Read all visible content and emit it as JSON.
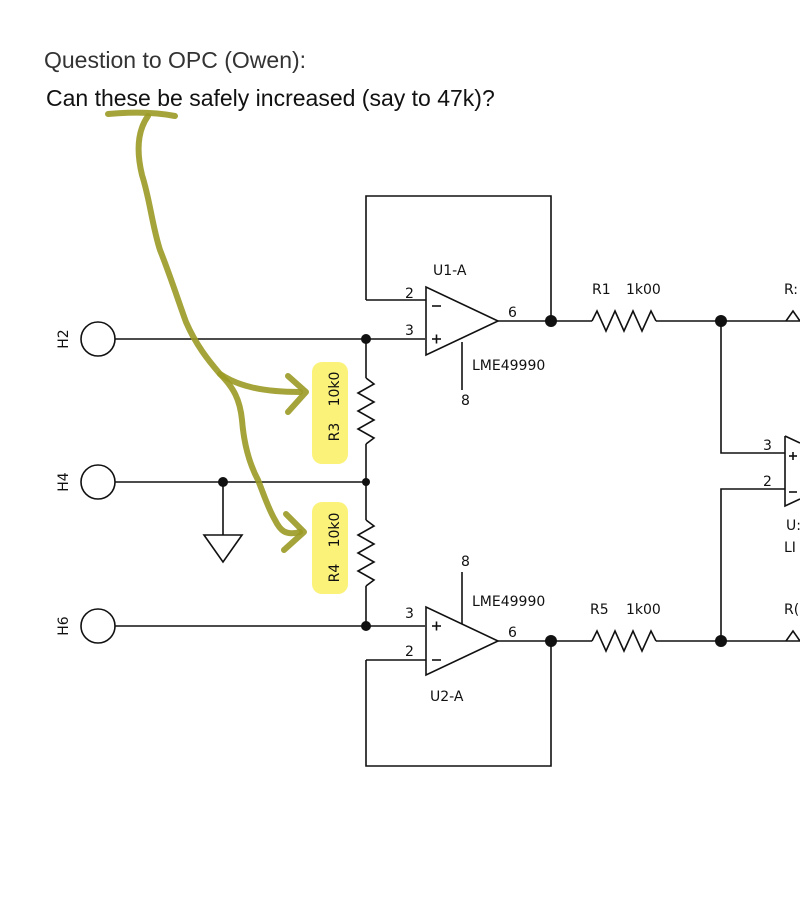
{
  "annotation": {
    "title": "Question to OPC (Owen):",
    "question": "Can these be safely increased (say to 47k)?"
  },
  "connectors": [
    {
      "id": "H2"
    },
    {
      "id": "H4"
    },
    {
      "id": "H6"
    }
  ],
  "opamps": {
    "u1": {
      "ref": "U1-A",
      "part": "LME49990",
      "pin_minus": "2",
      "pin_plus": "3",
      "pin_out": "6",
      "pin_supply": "8"
    },
    "u2": {
      "ref": "U2-A",
      "part": "LME49990",
      "pin_minus": "2",
      "pin_plus": "3",
      "pin_out": "6",
      "pin_supply": "8"
    },
    "u3": {
      "ref_partial": "U:",
      "part_partial": "LI",
      "pin_plus": "3",
      "pin_minus": "2"
    }
  },
  "resistors": {
    "r1": {
      "ref": "R1",
      "value": "1k00"
    },
    "r5": {
      "ref": "R5",
      "value": "1k00"
    },
    "r3": {
      "ref": "R3",
      "value": "10k0"
    },
    "r4": {
      "ref": "R4",
      "value": "10k0"
    },
    "r2_partial": "R:",
    "r6_partial": "R("
  },
  "highlight_color": "#fbf27a",
  "scribble_color": "#9b9a25"
}
